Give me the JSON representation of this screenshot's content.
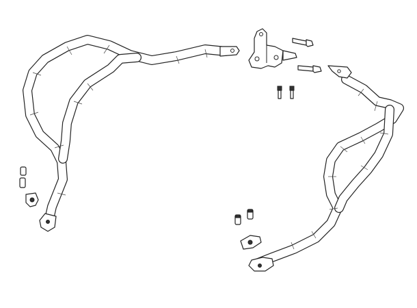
{
  "diagram": {
    "kind": "exploded-parts-drawing",
    "colors": {
      "line": "#222222",
      "background": "#ffffff"
    },
    "parts": [
      "left-crash-bar",
      "right-crash-bar",
      "center-mount-bracket",
      "long-bolt-upper",
      "long-bolt-lower",
      "small-bolt-pair-center",
      "small-bolt-pair-left",
      "clamp-left",
      "small-bolt-pair-right",
      "clamp-right"
    ]
  }
}
